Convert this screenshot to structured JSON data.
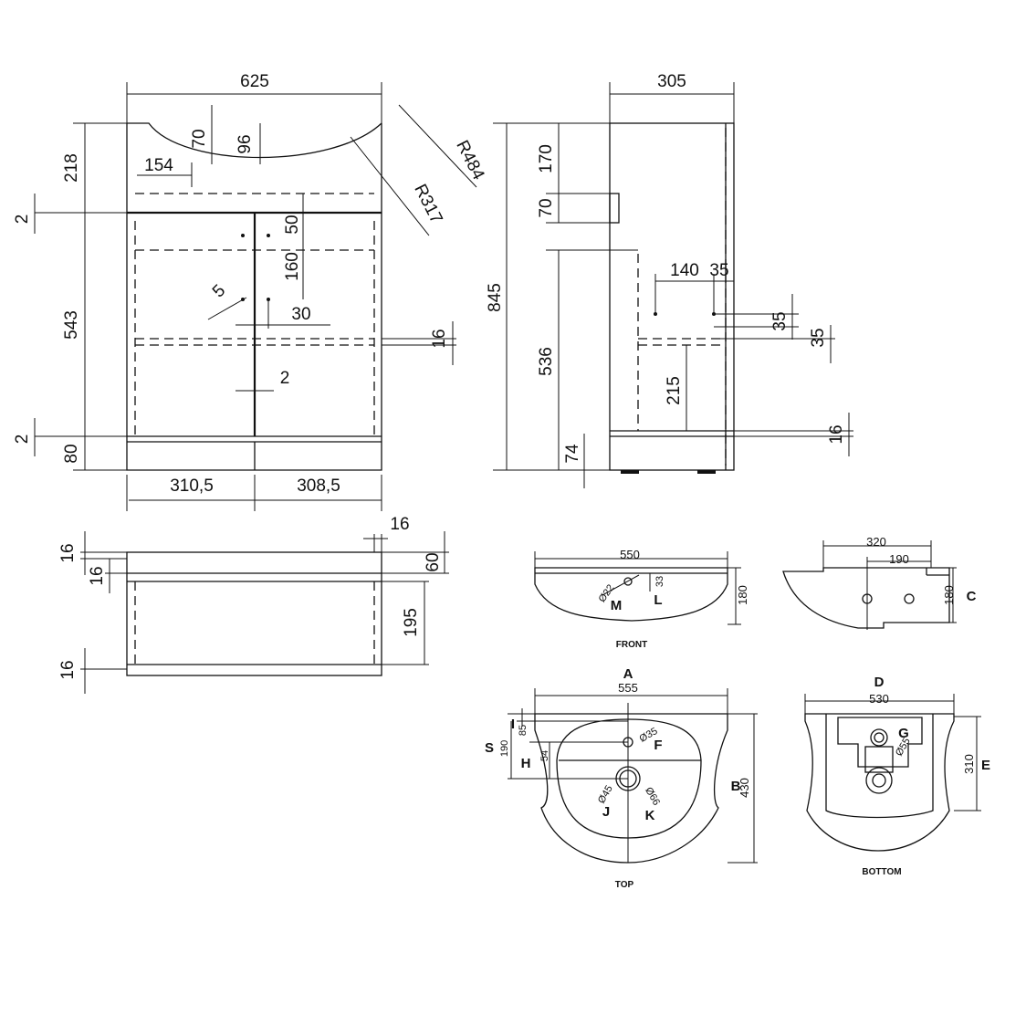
{
  "front_view": {
    "width": "625",
    "dims": [
      "70",
      "96",
      "154",
      "218",
      "2",
      "543",
      "2",
      "80",
      "50",
      "160",
      "5",
      "30",
      "16",
      "2"
    ],
    "radii": [
      "R484",
      "R317"
    ],
    "door_widths": [
      "310,5",
      "308,5"
    ]
  },
  "side_view": {
    "depth": "305",
    "dims": [
      "170",
      "70",
      "845",
      "536",
      "74",
      "140",
      "35",
      "35",
      "35",
      "215",
      "16"
    ]
  },
  "plan_view": {
    "dims": [
      "16",
      "16",
      "16",
      "16",
      "60",
      "195"
    ]
  },
  "basin_front": {
    "width": "550",
    "height": "180",
    "hole_label": "Ø22",
    "offset": "33",
    "letters": [
      "M",
      "L"
    ],
    "caption": "FRONT"
  },
  "basin_side": {
    "dims": [
      "320",
      "190",
      "180"
    ],
    "letter": "C"
  },
  "basin_top": {
    "letters": [
      "A",
      "B",
      "S",
      "I",
      "H",
      "F",
      "J",
      "K"
    ],
    "width": "555",
    "depth": "430",
    "dims": [
      "85",
      "190",
      "54"
    ],
    "tap_hole": "Ø35",
    "waste_inner": "Ø45",
    "waste_outer": "Ø66",
    "caption": "TOP"
  },
  "basin_bottom": {
    "letters": [
      "D",
      "G",
      "E"
    ],
    "width": "530",
    "depth": "310",
    "waste": "Ø55",
    "caption": "BOTTOM"
  }
}
